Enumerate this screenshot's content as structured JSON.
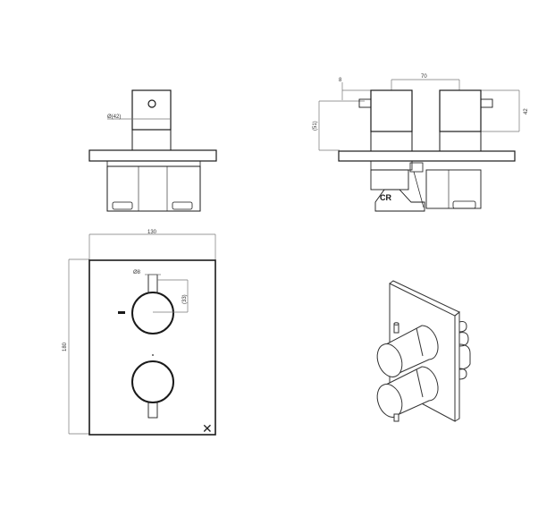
{
  "drawing": {
    "title": "Thermostatic concealed shower mixer — technical drawing",
    "views": [
      {
        "name": "side-view",
        "dimensions": {
          "knob_diameter": "Ø(42)"
        }
      },
      {
        "name": "top-view",
        "dimensions": {
          "knob_spacing": "70",
          "pin_offset": "8",
          "knob_length": "42",
          "projection": "(51)"
        }
      },
      {
        "name": "front-view",
        "dimensions": {
          "plate_width": "130",
          "plate_height": "180",
          "pin_diameter": "Ø8",
          "pin_offset": "(33)"
        }
      },
      {
        "name": "isometric-view"
      }
    ],
    "brand_mark": "✕",
    "valve_logo": "CR"
  },
  "labels": {
    "side_diam": "Ø(42)",
    "top_spacing": "70",
    "top_pin": "8",
    "top_length": "42",
    "top_projection": "(51)",
    "front_width": "130",
    "front_height": "180",
    "front_pin_diam": "Ø8",
    "front_pin_offset": "(33)",
    "brand_mark": "✕",
    "valve_logo": "CR"
  }
}
